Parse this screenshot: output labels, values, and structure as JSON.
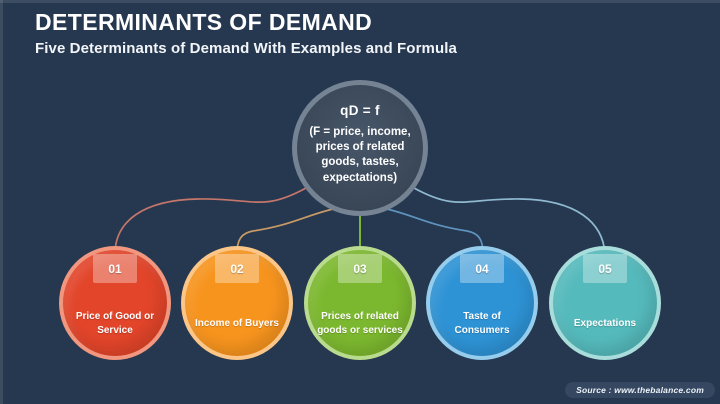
{
  "slide": {
    "title": "DETERMINANTS OF DEMAND",
    "subtitle": "Five Determinants of Demand With Examples and Formula",
    "source_text": "Source : www.thebalance.com",
    "background_color": "#263850"
  },
  "center_node": {
    "formula": "qD = f",
    "description": "(F = price, income, prices of related goods, tastes, expectations)",
    "fill_color": "#3C4A5B",
    "rim_color": "#8FA0B2"
  },
  "determinants": [
    {
      "number": "01",
      "label": "Price of Good or Service",
      "color": "#E2452A",
      "rim_color": "#F2977F",
      "connector_color": "#C4766A"
    },
    {
      "number": "02",
      "label": "Income of Buyers",
      "color": "#F7941E",
      "rim_color": "#FBC687",
      "connector_color": "#C79A66"
    },
    {
      "number": "03",
      "label": "Prices of related goods or services",
      "color": "#7CB82F",
      "rim_color": "#B9DB8D",
      "connector_color": "#7CB82F"
    },
    {
      "number": "04",
      "label": "Taste of Consumers",
      "color": "#2E93D5",
      "rim_color": "#96CCEC",
      "connector_color": "#5E93BE"
    },
    {
      "number": "05",
      "label": "Expectations",
      "color": "#55BABC",
      "rim_color": "#A9DDDC",
      "connector_color": "#8FB9D0"
    }
  ]
}
